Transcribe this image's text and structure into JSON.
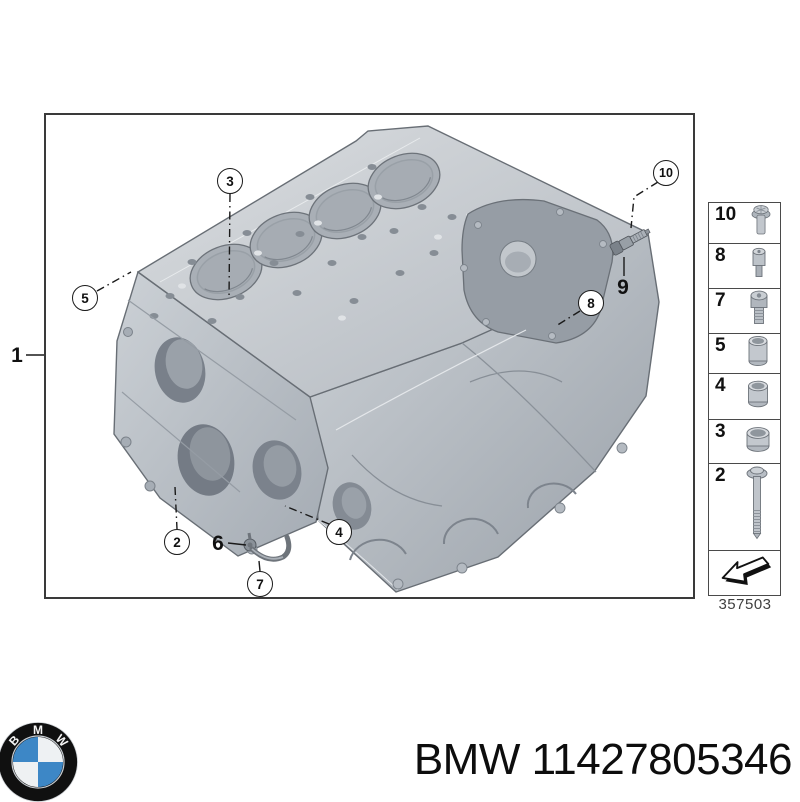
{
  "diagram": {
    "drawing_number": "357503",
    "callouts": {
      "c1": "1",
      "c2": "2",
      "c3": "3",
      "c4": "4",
      "c5": "5",
      "c6": "6",
      "c7": "7",
      "c8": "8",
      "c9": "9",
      "c10": "10"
    },
    "illustration": "bmw-engine-cylinder-block-isometric"
  },
  "legend": {
    "items": [
      {
        "number": "10",
        "icon": "flange-bolt-icon"
      },
      {
        "number": "8",
        "icon": "stepped-dowel-icon"
      },
      {
        "number": "7",
        "icon": "socket-head-bolt-icon"
      },
      {
        "number": "5",
        "icon": "dowel-sleeve-tall-icon"
      },
      {
        "number": "4",
        "icon": "dowel-sleeve-medium-icon"
      },
      {
        "number": "3",
        "icon": "dowel-sleeve-wide-icon"
      },
      {
        "number": "2",
        "icon": "long-hex-bolt-icon"
      }
    ],
    "direction_icon": "view-direction-arrow-icon"
  },
  "footer": {
    "logo_letters": {
      "b": "B",
      "m": "M",
      "w": "W"
    },
    "part_text": "BMW 11427805346"
  },
  "colors": {
    "bmw_blue": "#3d87c6",
    "line_black": "#1a1a1a",
    "metal_light": "#d5d9dd",
    "metal_mid": "#b3b9c0",
    "metal_dark": "#868d95"
  }
}
